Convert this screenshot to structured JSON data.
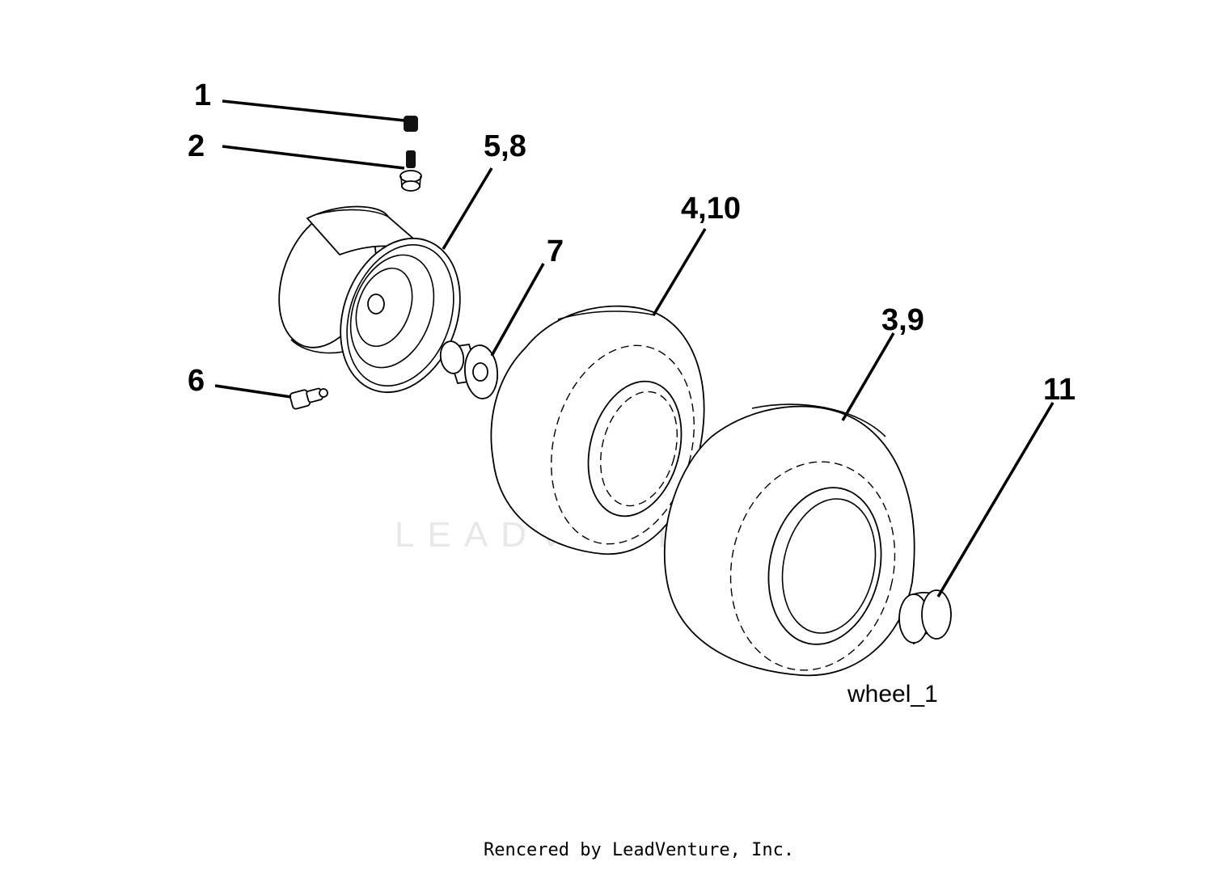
{
  "callouts": {
    "c1": "1",
    "c2": "2",
    "c58": "5,8",
    "c410": "4,10",
    "c7": "7",
    "c39": "3,9",
    "c11": "11",
    "c6": "6"
  },
  "drawing_id": "wheel_1",
  "watermark": "LEADVENTURE",
  "footer": "Rencered by LeadVenture, Inc."
}
